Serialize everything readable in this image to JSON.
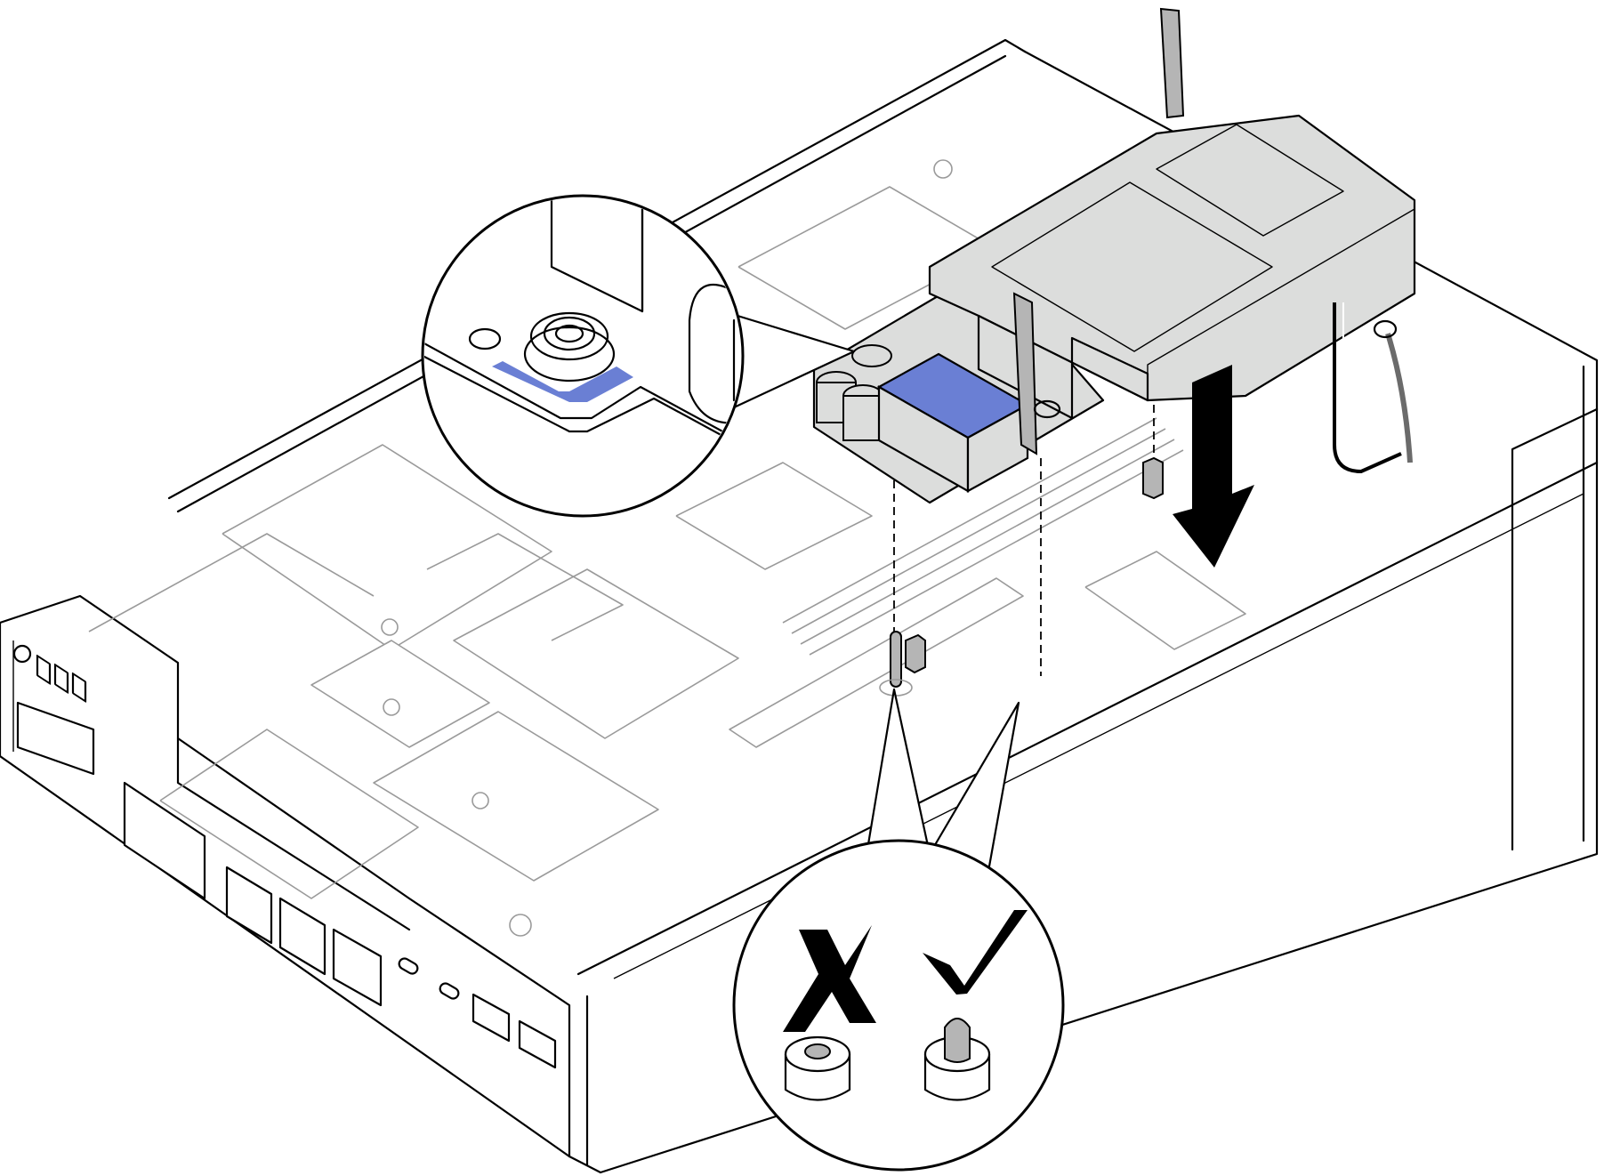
{
  "diagram": {
    "subject": "power-supply-installation",
    "colors": {
      "line": "#000000",
      "background_part": "#9a9a9a",
      "psu_fill": "#dcdddc",
      "highlight_blue": "#6a7fd4",
      "standoff_gray": "#b5b5b5",
      "cable_gray": "#6b6b6b"
    },
    "icons": {
      "install_direction": "arrow-down-icon",
      "incorrect": "cross-icon",
      "correct": "check-icon"
    },
    "callouts": [
      {
        "id": "zoom-alignment",
        "shows": "psu-bracket-slot-around-standoff"
      },
      {
        "id": "zoom-standoff-check",
        "shows": "incorrect-vs-correct-standoff"
      }
    ]
  }
}
